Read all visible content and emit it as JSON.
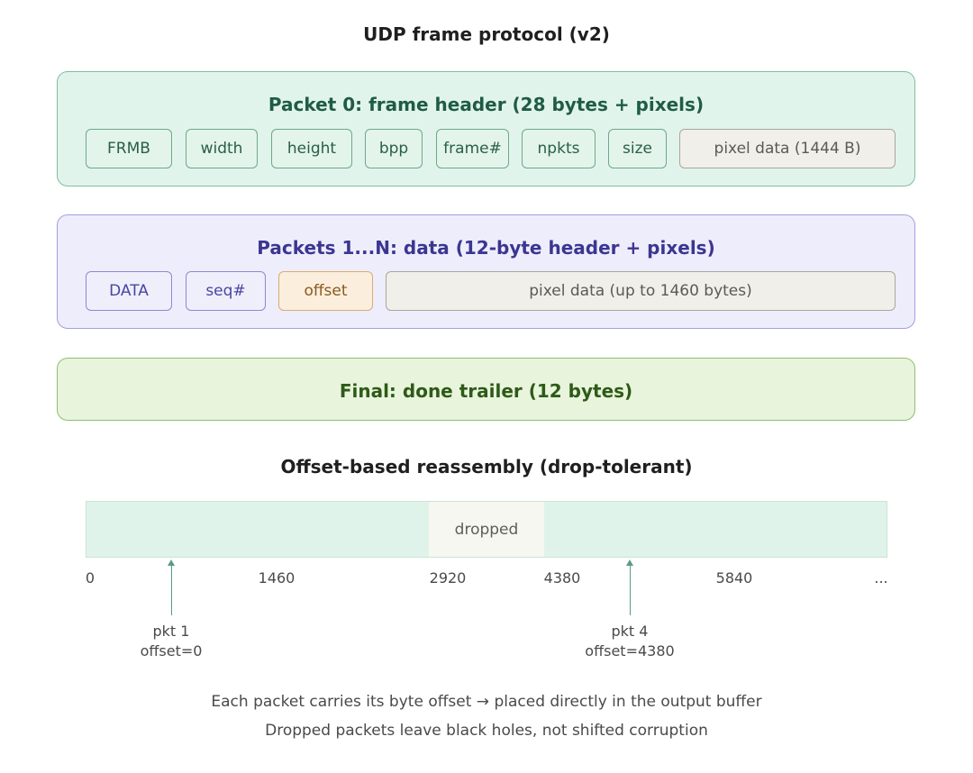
{
  "title": "UDP frame protocol (v2)",
  "packet0": {
    "title": "Packet 0: frame header (28 bytes + pixels)",
    "fields": [
      "FRMB",
      "width",
      "height",
      "bpp",
      "frame#",
      "npkts",
      "size",
      "pixel data (1444 B)"
    ]
  },
  "packetsN": {
    "title": "Packets 1...N: data (12-byte header + pixels)",
    "fields": [
      "DATA",
      "seq#",
      "offset",
      "pixel data (up to 1460 bytes)"
    ]
  },
  "final": {
    "title": "Final: done trailer (12 bytes)"
  },
  "reassembly": {
    "title": "Offset-based reassembly (drop-tolerant)",
    "dropped_label": "dropped",
    "ticks": [
      "0",
      "1460",
      "2920",
      "4380",
      "5840",
      "..."
    ],
    "markers": [
      {
        "name": "pkt 1",
        "offset": "offset=0"
      },
      {
        "name": "pkt 4",
        "offset": "offset=4380"
      }
    ]
  },
  "notes": [
    "Each packet carries its byte offset → placed directly in the output buffer",
    "Dropped packets leave black holes, not shifted corruption"
  ],
  "colors": {
    "header_green": "#1f5c44",
    "data_purple": "#3b3690",
    "final_green": "#2e5a18"
  }
}
